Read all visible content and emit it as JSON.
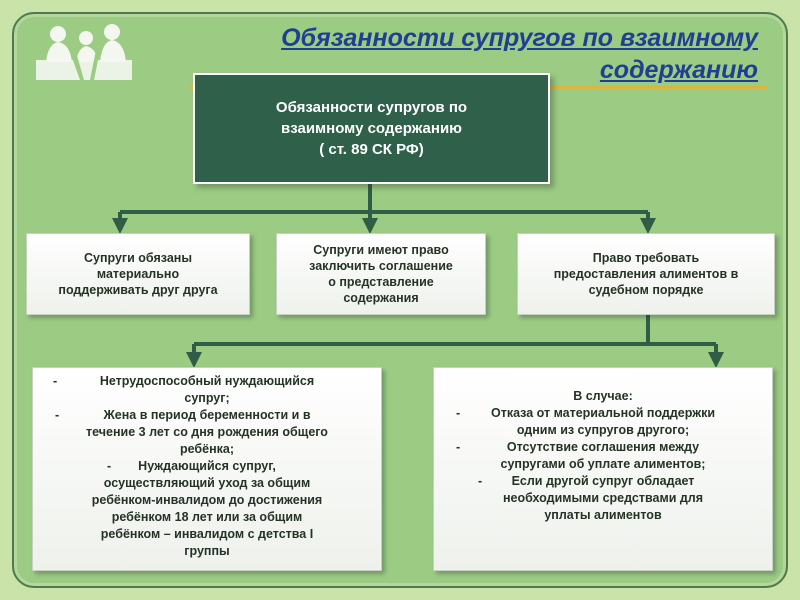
{
  "page_title": "Обязанности супругов по взаимному содержанию",
  "central_box": {
    "lines": [
      "Обязанности супругов по",
      "взаимному содержанию",
      "( ст. 89 СК РФ)"
    ]
  },
  "cards": [
    {
      "lines": [
        "Супруги обязаны",
        "материально",
        "поддерживать друг друга"
      ]
    },
    {
      "lines": [
        "Супруги имеют право",
        "заключить соглашение",
        "о представление",
        "содержания"
      ]
    },
    {
      "lines": [
        "Право требовать",
        "предоставления алиментов в",
        "судебном порядке"
      ]
    }
  ],
  "left_list": {
    "bullet": "-",
    "items": [
      [
        "Нетрудоспособный нуждающийся",
        "супруг;"
      ],
      [
        "Жена в период беременности и в",
        "течение 3 лет со дня рождения общего",
        "ребёнка;"
      ],
      [
        "Нуждающийся супруг,",
        "осуществляющий уход за общим",
        "ребёнком-инвалидом до достижения",
        "ребёнком 18 лет или за общим",
        "ребёнком – инвалидом с детства I",
        "группы"
      ]
    ]
  },
  "right_list": {
    "intro": "В случае:",
    "bullet": "-",
    "items": [
      [
        "Отказа от материальной поддержки",
        "одним из супругов другого;"
      ],
      [
        "Отсутствие соглашения между",
        "супругами об уплате алиментов;"
      ],
      [
        "Если другой супруг обладает",
        "необходимыми средствами для",
        "уплаты алиментов"
      ]
    ]
  },
  "colors": {
    "background": "#9ccb84",
    "frame": "#4f7a4e",
    "title": "#1f3f92",
    "title_rule": "#d8b642",
    "central_box": "#2f6049",
    "connector": "#2f5d46"
  },
  "icons": {
    "logo": "family-silhouette-icon",
    "arrow": "arrow-down-icon"
  }
}
